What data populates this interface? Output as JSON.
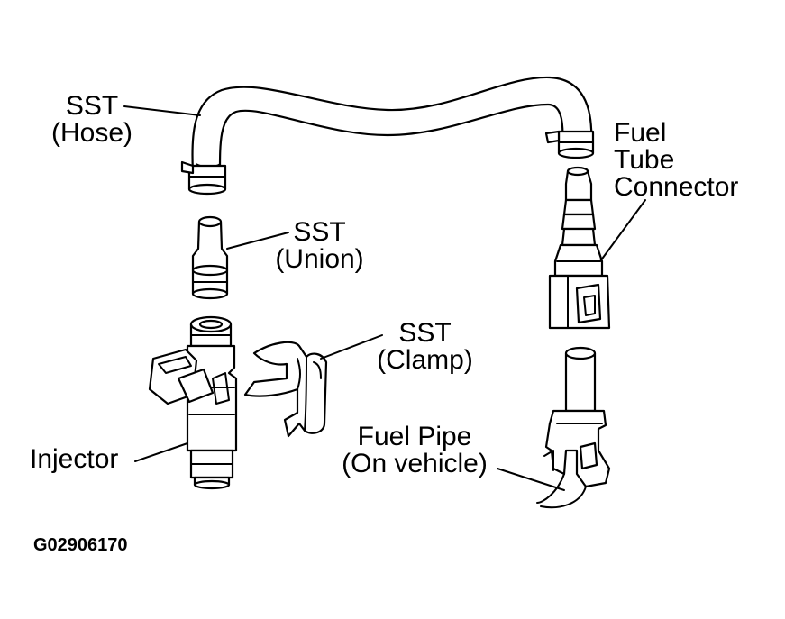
{
  "labels": {
    "sst_hose": [
      "SST",
      "(Hose)"
    ],
    "sst_union": [
      "SST",
      "(Union)"
    ],
    "sst_clamp": [
      "SST",
      "(Clamp)"
    ],
    "fuel_tube_connector": [
      "Fuel",
      "Tube",
      "Connector"
    ],
    "fuel_pipe": [
      "Fuel Pipe",
      "(On vehicle)"
    ],
    "injector": "Injector"
  },
  "figure_id": "G02906170",
  "colors": {
    "ink": "#000000",
    "paper": "#ffffff"
  }
}
